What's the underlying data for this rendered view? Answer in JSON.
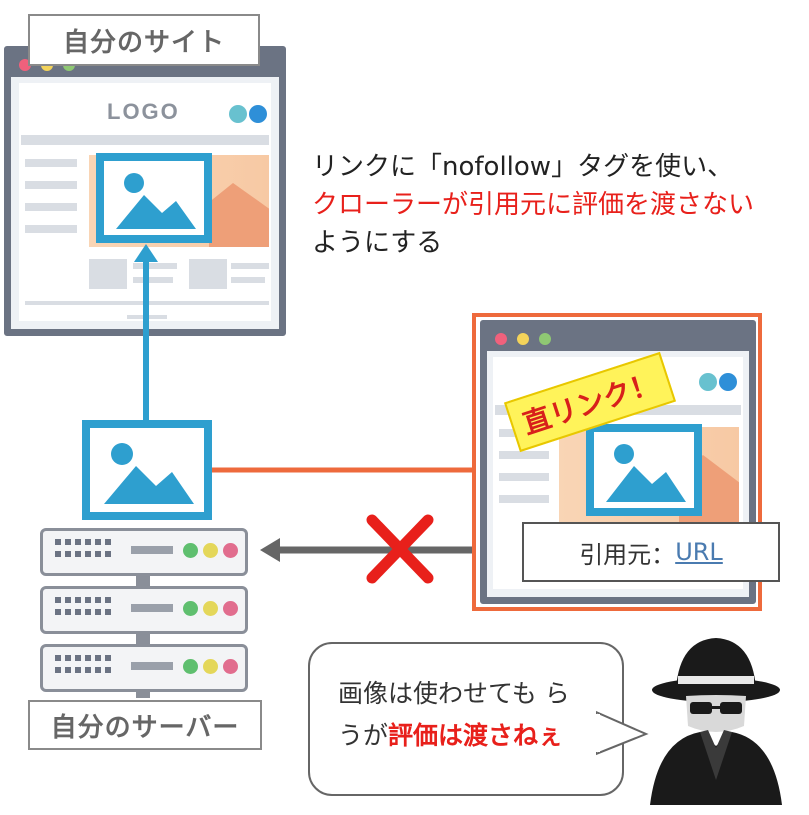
{
  "own_site_label": "自分のサイト",
  "own_server_label": "自分のサーバー",
  "site_logo": "LOGO",
  "explanation": {
    "line1": "リンクに「nofollow」タグを使い、",
    "line2": "クローラーが引用元に評価を渡さない",
    "line3": "ようにする"
  },
  "hotlink_label": "直リンク！",
  "citation": {
    "prefix": "引用元：",
    "url": "URL"
  },
  "speech": {
    "line1": "画像は使わせても ら",
    "line2_plain": "うが",
    "line2_emphasis": "評価は渡さねぇ"
  },
  "colors": {
    "image_blue": "#2e9fcf",
    "arrow_blue": "#2e9fcf",
    "arrow_orange": "#ee6a3c",
    "arrow_gray": "#666666",
    "cross_red": "#e8201b",
    "emphasis_red": "#e8201b",
    "sticker_yellow": "#fff35a",
    "other_site_border": "#ee6a3c"
  },
  "icons": [
    "image-icon",
    "server-icon",
    "cross-icon",
    "hacker-icon"
  ]
}
